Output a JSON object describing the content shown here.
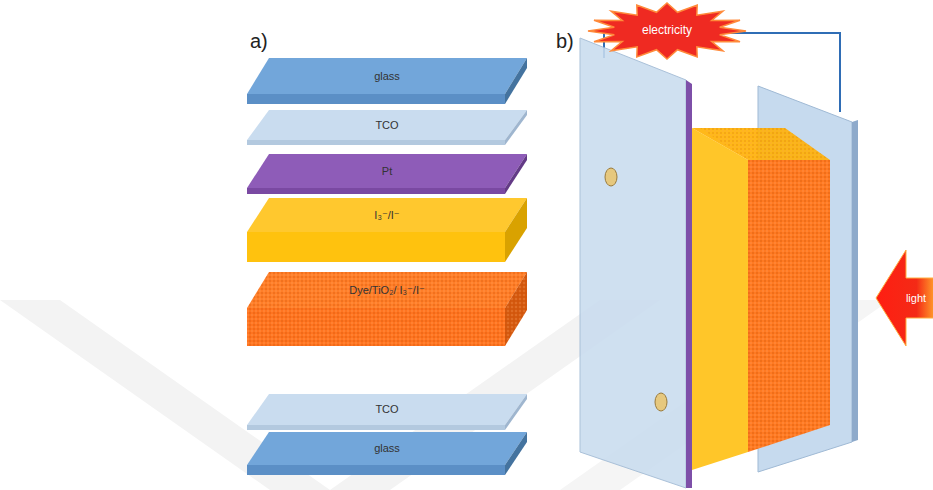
{
  "diagram": {
    "nodes": [
      {
        "text": [
          "glass"
        ]
      },
      {
        "text": [
          "TCO"
        ]
      },
      {
        "text": [
          "Pt"
        ]
      },
      {
        "text": [
          "I₃⁻/I⁻"
        ]
      },
      {
        "text": [
          "Dye/TiO₂/ I₃⁻/I⁻"
        ]
      },
      {
        "text": [
          "TCO"
        ]
      },
      {
        "text": [
          "glass"
        ]
      },
      {
        "text": [
          "electricity"
        ]
      },
      {
        "text": [
          "light"
        ]
      }
    ],
    "labels": [
      "a)",
      "b)"
    ]
  }
}
